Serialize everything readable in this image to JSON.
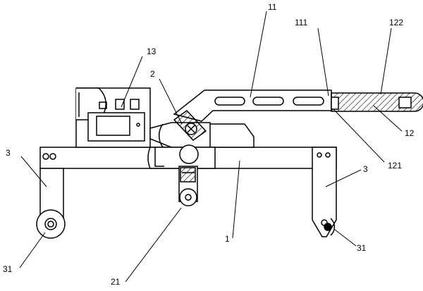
{
  "labels": {
    "l_11": "11",
    "l_111": "111",
    "l_122": "122",
    "l_13": "13",
    "l_2": "2",
    "l_3_left": "3",
    "l_3_right": "3",
    "l_12": "12",
    "l_121": "121",
    "l_1": "1",
    "l_31_left": "31",
    "l_31_right": "31",
    "l_21": "21"
  }
}
